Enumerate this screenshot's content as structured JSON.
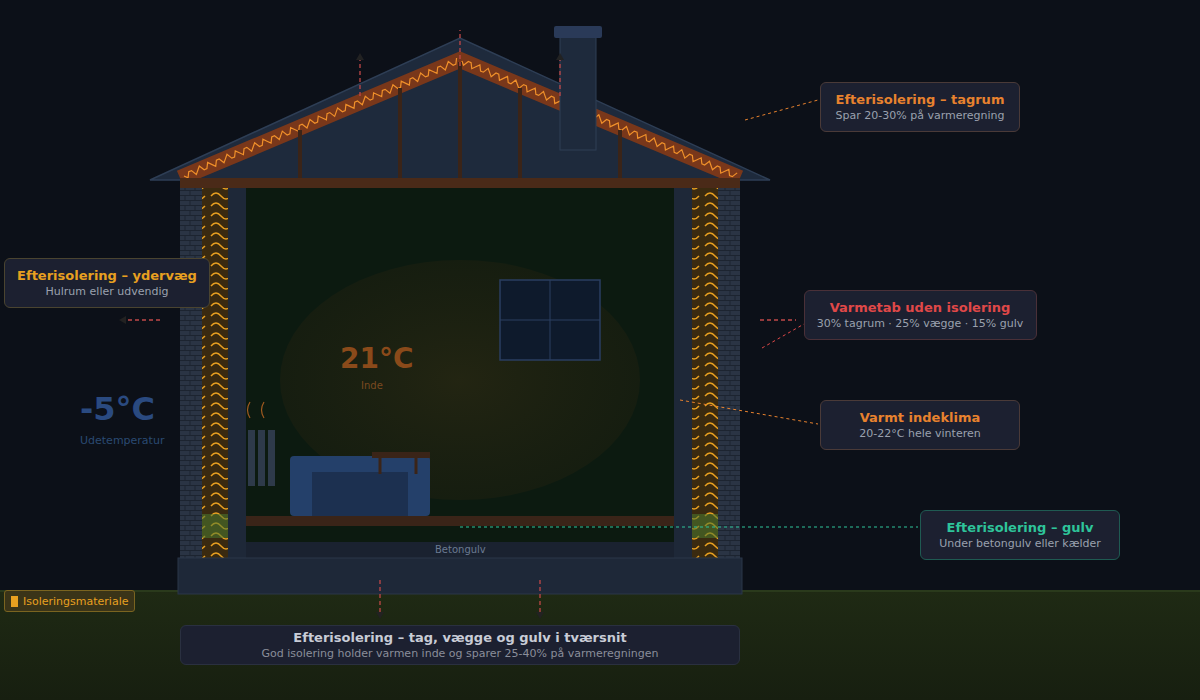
{
  "diagram": {
    "nodes": [
      {
        "text": [
          "Efterisolering – tagrum",
          "Spar 20-30% på varmeregning"
        ]
      },
      {
        "text": [
          "Efterisolering – ydervæg",
          "Hulrum eller udvendig"
        ]
      },
      {
        "text": [
          "Varmetab uden isolering",
          "30% tagrum · 25% vægge · 15% gulv"
        ]
      },
      {
        "text": [
          "Varmt indeklima",
          "20-22°C hele vinteren"
        ]
      },
      {
        "text": [
          "Efterisolering – gulv",
          "Under betongulv eller kælder"
        ]
      },
      {
        "text": [
          "Efterisolering – tag, vægge og gulv i tværsnit",
          "God isolering holder varmen inde og sparer 25-40% på varmeregningen"
        ]
      }
    ],
    "labels": [
      "21°C",
      "Inde",
      "-5°C",
      "Udetemperatur",
      "Betongulv"
    ],
    "legend": [
      {
        "text": "Isoleringsmateriale",
        "color": "#e8a020"
      }
    ]
  }
}
